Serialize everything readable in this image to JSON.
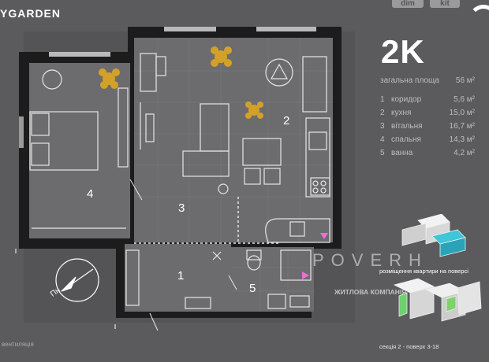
{
  "brand": "YGARDEN",
  "top_buttons": [
    "dim",
    "kit"
  ],
  "plan": {
    "type": "2K",
    "total_label": "загальна площа",
    "total_value": "56 м²",
    "rooms": [
      {
        "n": "1",
        "name": "коридор",
        "area": "5,6 м²"
      },
      {
        "n": "2",
        "name": "кухня",
        "area": "15,0 м²"
      },
      {
        "n": "3",
        "name": "вітальня",
        "area": "16,7 м²"
      },
      {
        "n": "4",
        "name": "спальня",
        "area": "14,3 м²"
      },
      {
        "n": "5",
        "name": "ванна",
        "area": "4,2 м²"
      }
    ]
  },
  "room_numbers": [
    "1",
    "2",
    "3",
    "4",
    "5"
  ],
  "compass_label": "Пн",
  "watermark": {
    "logo": "POVERH",
    "tagline": "ЖИТЛОВА КОМПАНІЯ"
  },
  "placement_label": "розміщення квартири на поверсі",
  "section_label": "секція 2 - поверх 3-18",
  "legend_label": "вентиляція",
  "colors": {
    "background": "#5b5b5d",
    "floor": "#6c6c6e",
    "wall": "#1c1c1c",
    "accent": "#ee6fd0",
    "plant": "#d3a12a"
  }
}
